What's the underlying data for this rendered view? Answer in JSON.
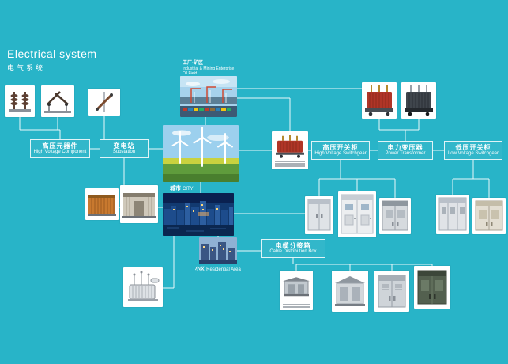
{
  "title": {
    "en": "Electrical system",
    "zh": "电气系统"
  },
  "colors": {
    "background": "#28b4c8",
    "wire": "#ffffff"
  },
  "nodes": {
    "hv_component": {
      "zh": "高压元器件",
      "en": "High Voltage Component"
    },
    "substation": {
      "zh": "变电站",
      "en": "Substation"
    },
    "hv_switchgear": {
      "zh": "高压开关柜",
      "en": "High Voltage Switchgear"
    },
    "power_transformer": {
      "zh": "电力变压器",
      "en": "Power Transformer"
    },
    "lv_switchgear": {
      "zh": "低压开关柜",
      "en": "Low Voltage Switchgear"
    },
    "cable_box": {
      "zh": "电缆分接箱",
      "en": "Cable Distribution Box"
    }
  },
  "scenes": {
    "industrial": {
      "zh": "工厂·矿区",
      "en": "Industrial & Mining Enterprise Oil Field"
    },
    "city": {
      "zh": "城市",
      "en": "CITY"
    },
    "residential": {
      "zh": "小区",
      "en": "Residential Area"
    }
  },
  "equipment_items": [
    {
      "id": "hv-insulator",
      "name": "high-voltage-insulator-photo"
    },
    {
      "id": "hv-disconnect-switch",
      "name": "disconnect-switch-photo"
    },
    {
      "id": "drop-out-fuse",
      "name": "drop-out-fuse-photo"
    },
    {
      "id": "oil-transformer-red",
      "name": "oil-immersed-transformer-photo"
    },
    {
      "id": "transformer-red",
      "name": "power-transformer-red-photo"
    },
    {
      "id": "transformer-dark",
      "name": "power-transformer-dark-photo"
    },
    {
      "id": "box-substation-1",
      "name": "box-substation-photo"
    },
    {
      "id": "box-substation-2",
      "name": "prefabricated-substation-photo"
    },
    {
      "id": "switchgear-1",
      "name": "hv-switchgear-cabinet-photo"
    },
    {
      "id": "switchgear-2",
      "name": "hv-switchgear-cabinet-photo"
    },
    {
      "id": "switchgear-3",
      "name": "hv-switchgear-cabinet-photo"
    },
    {
      "id": "switchgear-4",
      "name": "lv-switchgear-cabinet-photo"
    },
    {
      "id": "switchgear-5",
      "name": "lv-switchgear-cabinet-photo"
    },
    {
      "id": "oil-transformer-drawing",
      "name": "oil-transformer-photo"
    },
    {
      "id": "cable-box-1",
      "name": "cable-distribution-box-photo"
    },
    {
      "id": "cable-box-2",
      "name": "cable-distribution-box-photo"
    },
    {
      "id": "cable-box-3",
      "name": "cable-distribution-box-photo"
    },
    {
      "id": "cable-box-4",
      "name": "cable-distribution-box-photo"
    }
  ]
}
